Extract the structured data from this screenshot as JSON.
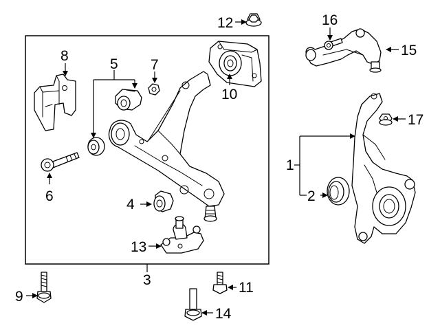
{
  "diagram": {
    "callouts": [
      {
        "id": "c1",
        "label": "1"
      },
      {
        "id": "c2",
        "label": "2"
      },
      {
        "id": "c3",
        "label": "3"
      },
      {
        "id": "c4",
        "label": "4"
      },
      {
        "id": "c5",
        "label": "5"
      },
      {
        "id": "c6",
        "label": "6"
      },
      {
        "id": "c7",
        "label": "7"
      },
      {
        "id": "c8",
        "label": "8"
      },
      {
        "id": "c9",
        "label": "9"
      },
      {
        "id": "c10",
        "label": "10"
      },
      {
        "id": "c11",
        "label": "11"
      },
      {
        "id": "c12",
        "label": "12"
      },
      {
        "id": "c13",
        "label": "13"
      },
      {
        "id": "c14",
        "label": "14"
      },
      {
        "id": "c15",
        "label": "15"
      },
      {
        "id": "c16",
        "label": "16"
      },
      {
        "id": "c17",
        "label": "17"
      }
    ]
  }
}
